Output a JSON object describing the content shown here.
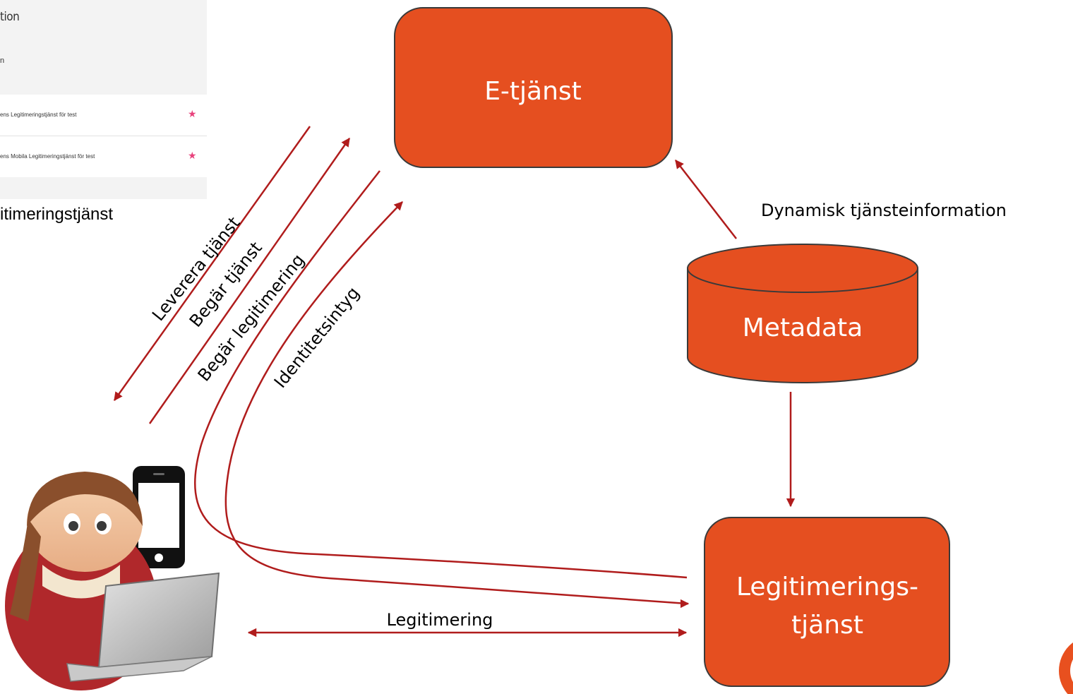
{
  "panel": {
    "title": "tion",
    "subtitle": "n",
    "rows": [
      {
        "label": "ens Legitimeringstjänst för test",
        "star": "★"
      },
      {
        "label": "ens Mobila Legitimeringstjänst för test",
        "star": "★"
      }
    ],
    "caption": "itimeringstjänst"
  },
  "nodes": {
    "eservice": "E-tjänst",
    "metadata": "Metadata",
    "idp_line1": "Legitimerings-",
    "idp_line2": "tjänst"
  },
  "edges": {
    "deliver": "Leverera tjänst",
    "request_service": "Begär tjänst",
    "request_auth": "Begär legitimering",
    "assertion": "Identitetsintyg",
    "dynamic_info": "Dynamisk tjänsteinformation",
    "authentication": "Legitimering"
  },
  "colors": {
    "node_fill": "#e54f20",
    "node_stroke": "#3a3a3a",
    "arrow": "#b01c1c"
  },
  "icons": {
    "user": "user-with-laptop-icon",
    "phone": "smartphone-icon",
    "logo": "logo-icon"
  }
}
